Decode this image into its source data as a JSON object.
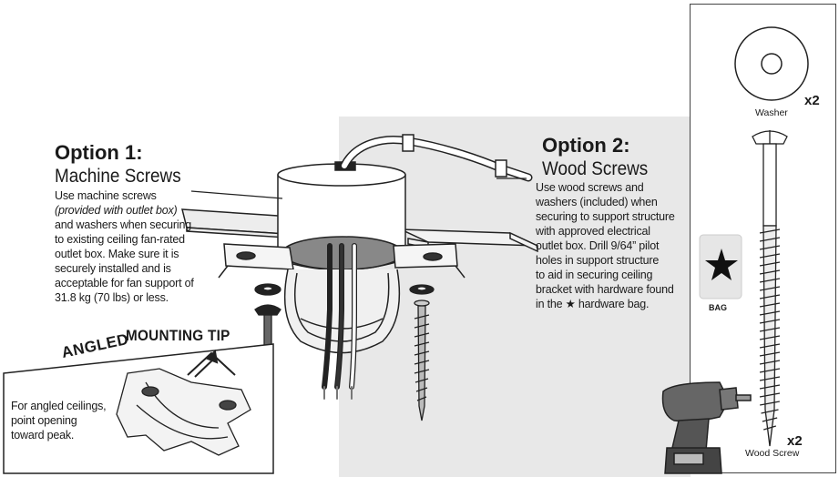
{
  "option1": {
    "title": "Option 1:",
    "subtitle": "Machine Screws",
    "lines": [
      "Use machine screws",
      "(provided with outlet box)",
      "and washers when securing",
      "to existing ceiling fan-rated",
      "outlet box. Make sure it is",
      "securely installed and is",
      "acceptable for fan support of",
      "31.8 kg (70 lbs) or less."
    ]
  },
  "option2": {
    "title": "Option 2:",
    "subtitle": "Wood Screws",
    "lines": [
      "Use wood screws and",
      "washers (included) when",
      "securing to support structure",
      "with approved electrical",
      "outlet box. Drill 9/64” pilot",
      "holes in support structure",
      "to aid in securing ceiling",
      "bracket with hardware found",
      "in the ★ hardware bag."
    ]
  },
  "tip": {
    "title_angled": "ANGLED",
    "title_rest": "MOUNTING TIP",
    "lines": [
      "For angled ceilings,",
      "point opening",
      "toward peak."
    ]
  },
  "hardware": {
    "washer_label": "Washer",
    "washer_qty": "x2",
    "bag_label": "BAG",
    "bag_symbol": "★",
    "screw_label": "Wood Screw",
    "screw_qty": "x2"
  },
  "colors": {
    "panel_gray": "#e8e8e8",
    "line": "#222222",
    "drill": "#555555"
  },
  "icons": [
    "washer-icon",
    "wood-screw-icon",
    "star-icon",
    "drill-icon",
    "house-peak-icon",
    "machine-screw-icon"
  ]
}
